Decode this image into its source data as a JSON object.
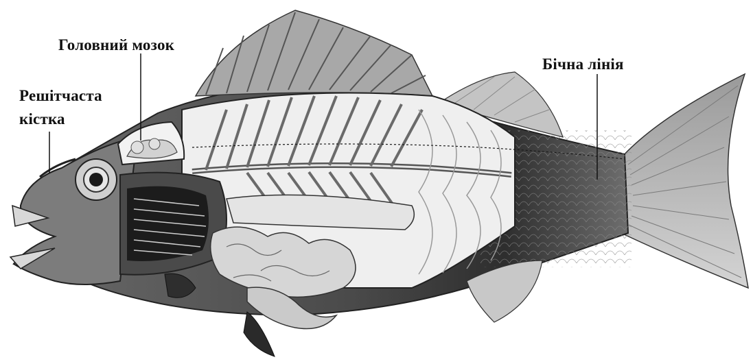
{
  "labels": {
    "brain": "Головний мозок",
    "ethmoid_line1": "Решітчаста",
    "ethmoid_line2": "кістка",
    "lateral_line": "Бічна лінія"
  },
  "colors": {
    "ink": "#111111",
    "body_light": "#d9d9d9",
    "body_mid": "#9a9a9a",
    "body_dark": "#3c3c3c",
    "fin": "#bdbdbd"
  }
}
